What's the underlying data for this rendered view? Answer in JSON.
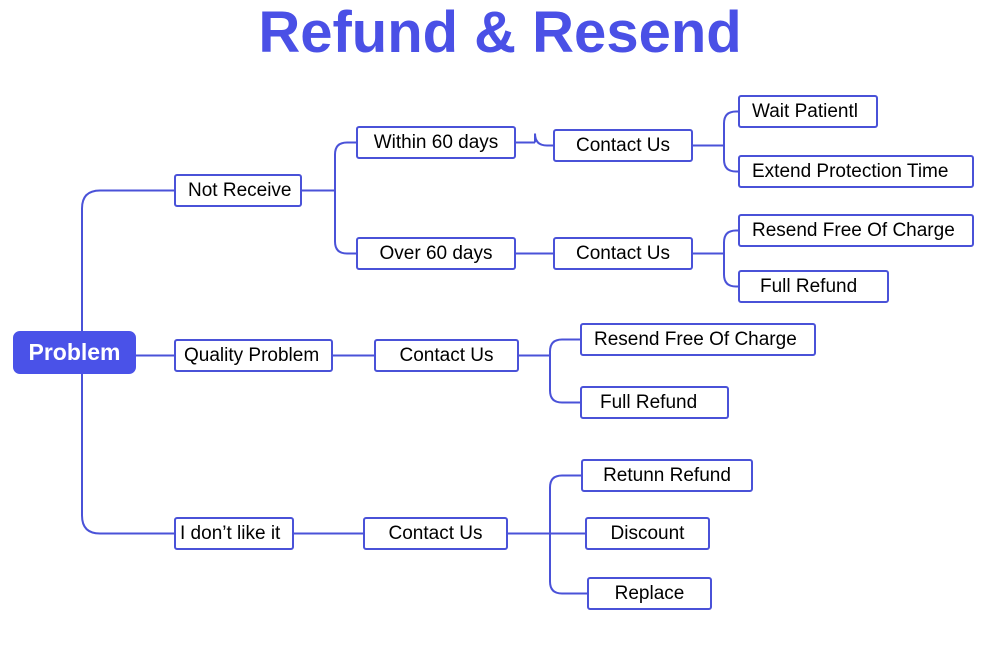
{
  "title": "Refund & Resend",
  "colors": {
    "title": "#4a50e6",
    "connector": "#4a52d8",
    "root_fill": "#4a52e8",
    "node_text": "#000000"
  },
  "root": {
    "label": "Problem"
  },
  "branches": {
    "not_receive": {
      "label": "Not Receive",
      "within_60": {
        "label": "Within 60 days",
        "contact": "Contact Us",
        "options": [
          "Wait Patientl",
          "Extend Protection Time"
        ]
      },
      "over_60": {
        "label": "Over 60 days",
        "contact": "Contact Us",
        "options": [
          "Resend Free Of Charge",
          "Full Refund"
        ]
      }
    },
    "quality": {
      "label": "Quality Problem",
      "contact": "Contact Us",
      "options": [
        "Resend Free Of Charge",
        "Full Refund"
      ]
    },
    "dislike": {
      "label": "I don’t like it",
      "contact": "Contact Us",
      "options": [
        "Retunn Refund",
        "Discount",
        "Replace"
      ]
    }
  }
}
